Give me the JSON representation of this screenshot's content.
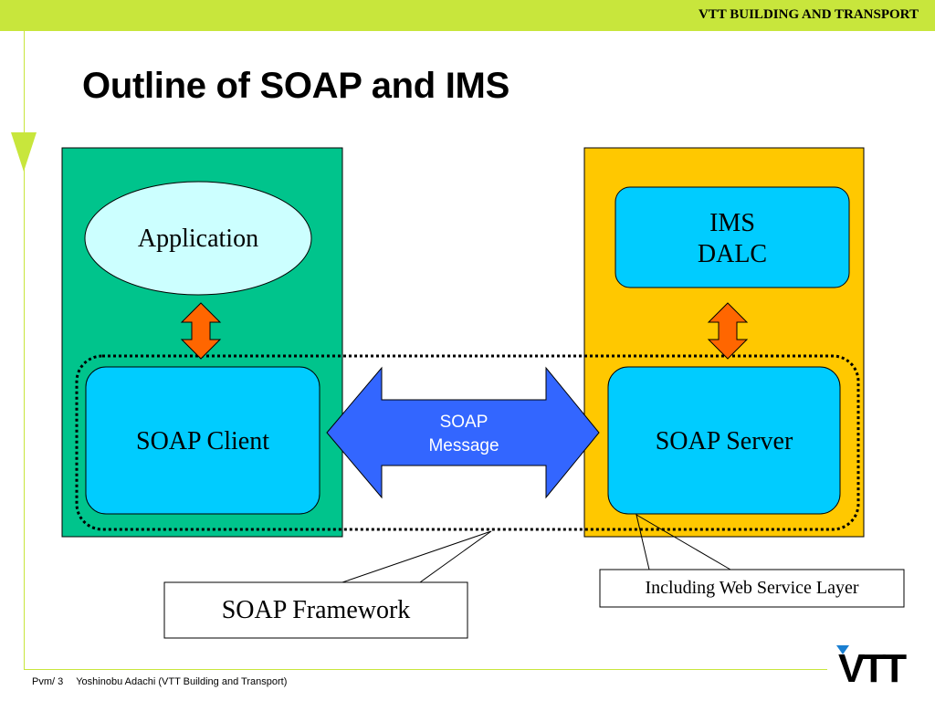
{
  "header": {
    "org": "VTT BUILDING AND TRANSPORT"
  },
  "slide": {
    "title": "Outline of SOAP and IMS"
  },
  "diagram": {
    "application": "Application",
    "ims_line1": "IMS",
    "ims_line2": "DALC",
    "soap_client": "SOAP Client",
    "soap_server": "SOAP Server",
    "message_line1": "SOAP",
    "message_line2": "Message",
    "framework": "SOAP Framework",
    "web_service_layer": "Including Web Service Layer"
  },
  "footer": {
    "page": "Pvm/ 3",
    "author": "Yoshinobu Adachi (VTT Building and Transport)"
  },
  "logo": {
    "text": "VTT"
  },
  "colors": {
    "accent_green": "#c8e63c",
    "client_panel": "#00c48c",
    "server_panel": "#ffc800",
    "box_blue": "#00ccff",
    "ellipse": "#ccffff",
    "arrow_blue": "#3366ff",
    "arrow_orange": "#ff6600"
  }
}
